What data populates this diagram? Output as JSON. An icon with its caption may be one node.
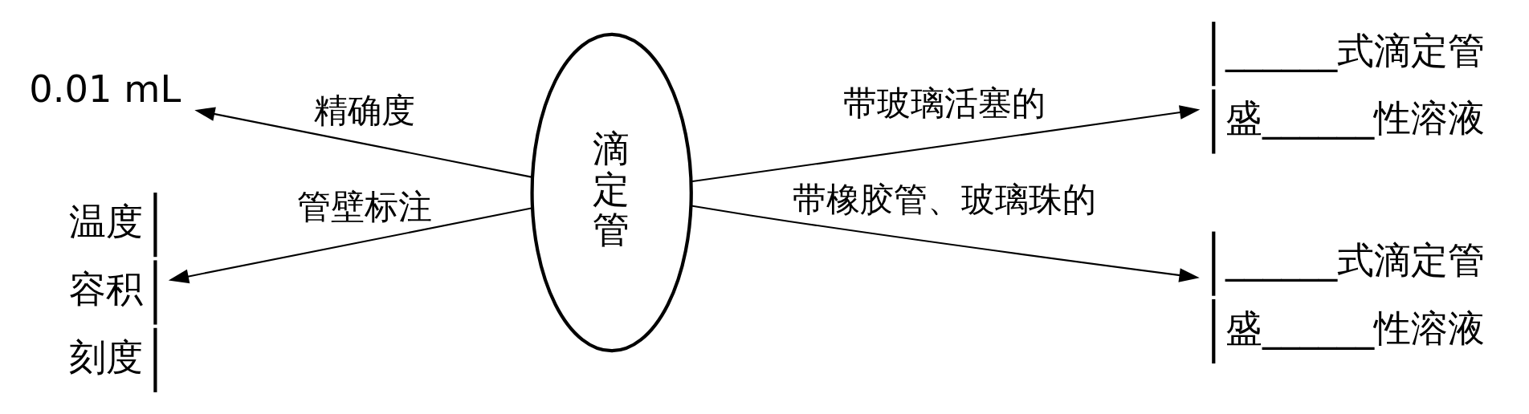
{
  "diagram": {
    "nodes": [
      {
        "text": [
          "滴定管"
        ]
      },
      {
        "text": [
          "0.01 mL"
        ]
      },
      {
        "text": [
          "温度",
          "容积",
          "刻度"
        ]
      },
      {
        "text": [
          "______式滴定管",
          "盛______性溶液"
        ]
      },
      {
        "text": [
          "______式滴定管",
          "盛______性溶液"
        ]
      }
    ],
    "edges": [
      {
        "from": 0,
        "to": 1,
        "arrow": "to",
        "label": "精确度"
      },
      {
        "from": 0,
        "to": 3,
        "arrow": "to",
        "label": "带玻璃活塞的"
      },
      {
        "from": 0,
        "to": 2,
        "arrow": "to",
        "label": "管壁标注"
      },
      {
        "from": 0,
        "to": 4,
        "arrow": "to",
        "label": "带橡胶管、玻璃珠的"
      }
    ]
  }
}
